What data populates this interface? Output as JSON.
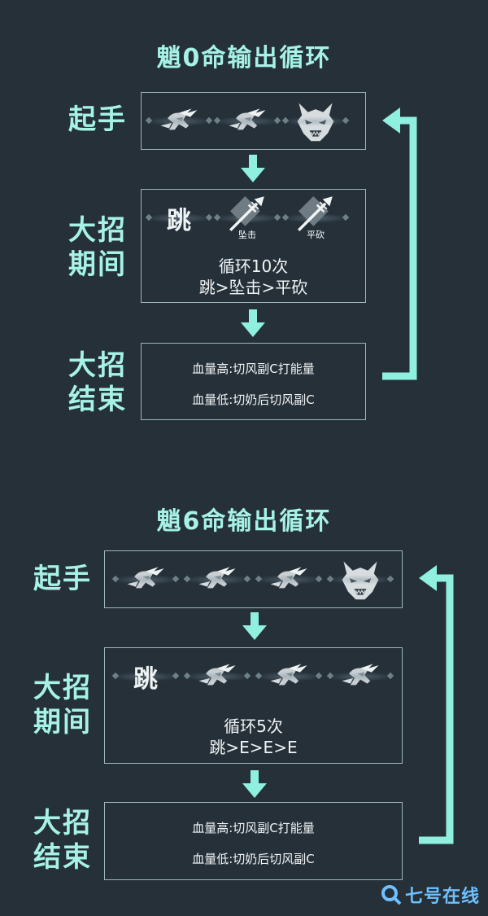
{
  "section1": {
    "title": "魈0命输出循环",
    "labels": {
      "start": "起手",
      "ult_line1": "大招",
      "ult_line2": "期间",
      "end_line1": "大招",
      "end_line2": "结束"
    },
    "ult_box": {
      "jump": "跳",
      "plunge_caption": "坠击",
      "slash_caption": "平砍",
      "loop": "循环10次",
      "sequence": "跳>坠击>平砍"
    },
    "end_box": {
      "line1": "血量高:切风副C打能量",
      "line2": "血量低:切奶后切风副C"
    }
  },
  "section2": {
    "title": "魈6命输出循环",
    "labels": {
      "start": "起手",
      "ult_line1": "大招",
      "ult_line2": "期间",
      "end_line1": "大招",
      "end_line2": "结束"
    },
    "ult_box": {
      "jump": "跳",
      "loop": "循环5次",
      "sequence": "跳>E>E>E"
    },
    "end_box": {
      "line1": "血量高:切风副C打能量",
      "line2": "血量低:切奶后切风副C"
    }
  },
  "watermark": {
    "text": "七号在线"
  },
  "colors": {
    "background": "#253039",
    "accent": "#a6f2e6",
    "arrow": "#8ff0e0",
    "box_border": "#9fb6bc"
  },
  "icons": {
    "dash": "dash-skill-icon",
    "mask": "yaksha-mask-icon",
    "plunge": "plunge-attack-icon",
    "slash": "normal-attack-icon"
  }
}
